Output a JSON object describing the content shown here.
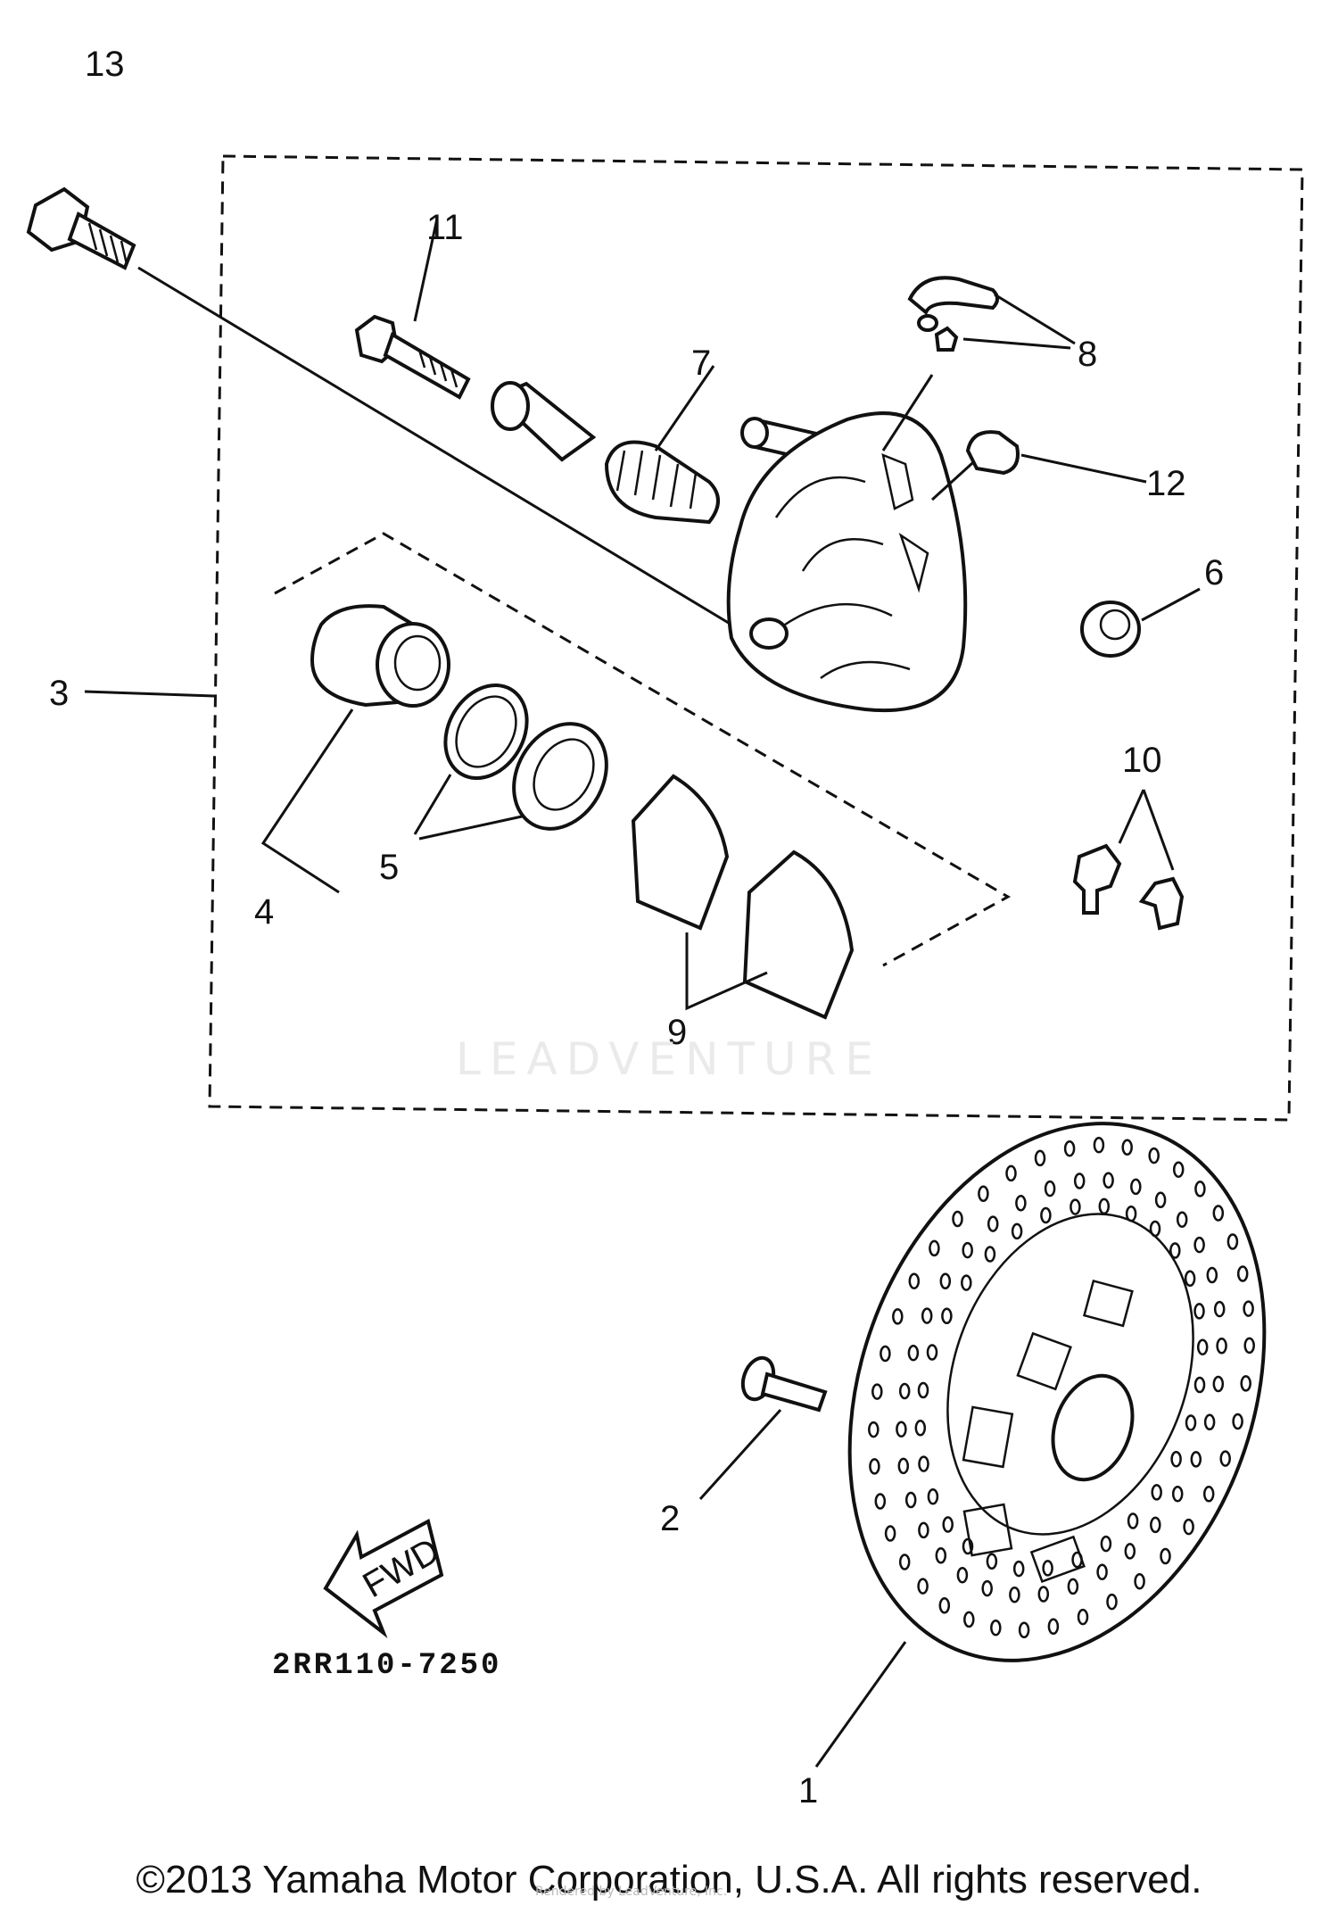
{
  "callouts": {
    "c1": "1",
    "c2": "2",
    "c3": "3",
    "c4": "4",
    "c5": "5",
    "c6": "6",
    "c7": "7",
    "c8": "8",
    "c9": "9",
    "c10": "10",
    "c11": "11",
    "c12": "12",
    "c13": "13"
  },
  "direction_label": "FWD",
  "diagram_code": "2RR110-7250",
  "watermark": "LEADVENTURE",
  "copyright": "©2013 Yamaha Motor Corporation, U.S.A. All rights reserved.",
  "credit": "Rendered by LeadVenture, Inc."
}
